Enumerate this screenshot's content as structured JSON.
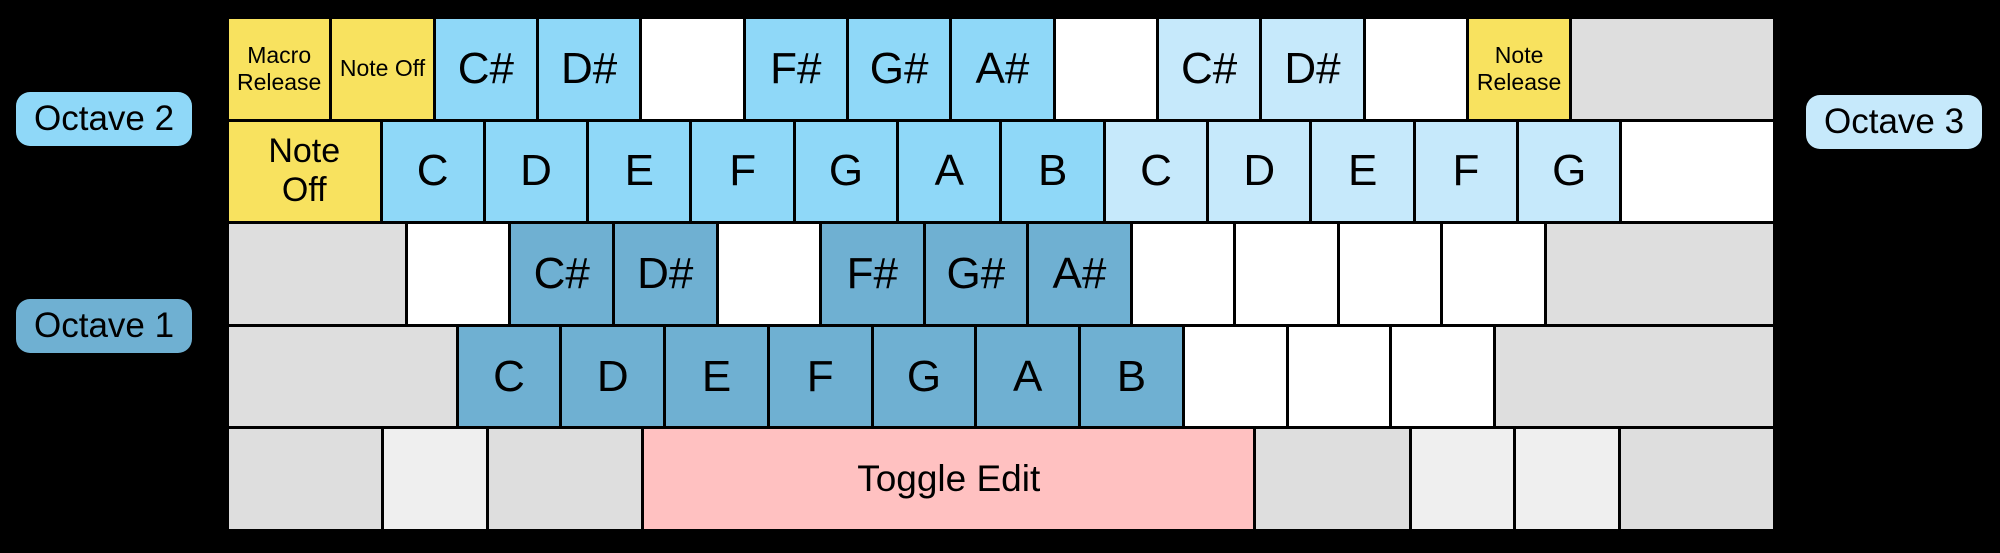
{
  "diagram": {
    "octave_labels": {
      "octave1": "Octave 1",
      "octave2": "Octave 2",
      "octave3": "Octave 3"
    },
    "colors": {
      "background": "#000000",
      "octave1_blue": "#6FB0D2",
      "octave2_blue": "#8FD8F8",
      "octave3_blue": "#C6E9FB",
      "function_yellow": "#F8E25F",
      "toggle_pink": "#FFC1C1",
      "modifier_gray": "#DEDEDE",
      "modifier_light_gray": "#EFEFEF",
      "blank_white": "#FFFFFF"
    },
    "keyboard_rows": [
      {
        "name": "number-row",
        "keys": [
          {
            "label": "Macro Release",
            "type": "function",
            "w": 1,
            "font": "fn-sm"
          },
          {
            "label": "Note Off",
            "type": "function",
            "w": 1,
            "font": "fn-sm"
          },
          {
            "label": "C#",
            "type": "octave2",
            "w": 1,
            "font": "note"
          },
          {
            "label": "D#",
            "type": "octave2",
            "w": 1,
            "font": "note"
          },
          {
            "label": "",
            "type": "blank",
            "w": 1
          },
          {
            "label": "F#",
            "type": "octave2",
            "w": 1,
            "font": "note"
          },
          {
            "label": "G#",
            "type": "octave2",
            "w": 1,
            "font": "note"
          },
          {
            "label": "A#",
            "type": "octave2",
            "w": 1,
            "font": "note"
          },
          {
            "label": "",
            "type": "blank",
            "w": 1
          },
          {
            "label": "C#",
            "type": "octave3",
            "w": 1,
            "font": "note"
          },
          {
            "label": "D#",
            "type": "octave3",
            "w": 1,
            "font": "note"
          },
          {
            "label": "",
            "type": "blank",
            "w": 1
          },
          {
            "label": "Note Release",
            "type": "function",
            "w": 1,
            "font": "fn-sm"
          },
          {
            "label": "",
            "type": "mod",
            "w": 2
          }
        ]
      },
      {
        "name": "tab-row",
        "keys": [
          {
            "label": "Note Off",
            "type": "function",
            "w": 1.5,
            "font": "fn-md"
          },
          {
            "label": "C",
            "type": "octave2",
            "w": 1,
            "font": "note"
          },
          {
            "label": "D",
            "type": "octave2",
            "w": 1,
            "font": "note"
          },
          {
            "label": "E",
            "type": "octave2",
            "w": 1,
            "font": "note"
          },
          {
            "label": "F",
            "type": "octave2",
            "w": 1,
            "font": "note"
          },
          {
            "label": "G",
            "type": "octave2",
            "w": 1,
            "font": "note"
          },
          {
            "label": "A",
            "type": "octave2",
            "w": 1,
            "font": "note"
          },
          {
            "label": "B",
            "type": "octave2",
            "w": 1,
            "font": "note"
          },
          {
            "label": "C",
            "type": "octave3",
            "w": 1,
            "font": "note"
          },
          {
            "label": "D",
            "type": "octave3",
            "w": 1,
            "font": "note"
          },
          {
            "label": "E",
            "type": "octave3",
            "w": 1,
            "font": "note"
          },
          {
            "label": "F",
            "type": "octave3",
            "w": 1,
            "font": "note"
          },
          {
            "label": "G",
            "type": "octave3",
            "w": 1,
            "font": "note"
          },
          {
            "label": "",
            "type": "blank",
            "w": 1.5
          }
        ]
      },
      {
        "name": "home-row",
        "keys": [
          {
            "label": "",
            "type": "mod",
            "w": 1.75
          },
          {
            "label": "",
            "type": "blank",
            "w": 1
          },
          {
            "label": "C#",
            "type": "octave1",
            "w": 1,
            "font": "note"
          },
          {
            "label": "D#",
            "type": "octave1",
            "w": 1,
            "font": "note"
          },
          {
            "label": "",
            "type": "blank",
            "w": 1
          },
          {
            "label": "F#",
            "type": "octave1",
            "w": 1,
            "font": "note"
          },
          {
            "label": "G#",
            "type": "octave1",
            "w": 1,
            "font": "note"
          },
          {
            "label": "A#",
            "type": "octave1",
            "w": 1,
            "font": "note"
          },
          {
            "label": "",
            "type": "blank",
            "w": 1
          },
          {
            "label": "",
            "type": "blank",
            "w": 1
          },
          {
            "label": "",
            "type": "blank",
            "w": 1
          },
          {
            "label": "",
            "type": "blank",
            "w": 1
          },
          {
            "label": "",
            "type": "mod",
            "w": 2.25
          }
        ]
      },
      {
        "name": "shift-row",
        "keys": [
          {
            "label": "",
            "type": "mod",
            "w": 2.25
          },
          {
            "label": "C",
            "type": "octave1",
            "w": 1,
            "font": "note"
          },
          {
            "label": "D",
            "type": "octave1",
            "w": 1,
            "font": "note"
          },
          {
            "label": "E",
            "type": "octave1",
            "w": 1,
            "font": "note"
          },
          {
            "label": "F",
            "type": "octave1",
            "w": 1,
            "font": "note"
          },
          {
            "label": "G",
            "type": "octave1",
            "w": 1,
            "font": "note"
          },
          {
            "label": "A",
            "type": "octave1",
            "w": 1,
            "font": "note"
          },
          {
            "label": "B",
            "type": "octave1",
            "w": 1,
            "font": "note"
          },
          {
            "label": "",
            "type": "blank",
            "w": 1
          },
          {
            "label": "",
            "type": "blank",
            "w": 1
          },
          {
            "label": "",
            "type": "blank",
            "w": 1
          },
          {
            "label": "",
            "type": "mod",
            "w": 2.75
          }
        ]
      },
      {
        "name": "bottom-row",
        "keys": [
          {
            "label": "",
            "type": "mod",
            "w": 1.5
          },
          {
            "label": "",
            "type": "mod-light",
            "w": 1
          },
          {
            "label": "",
            "type": "mod",
            "w": 1.5
          },
          {
            "label": "Toggle Edit",
            "type": "toggle",
            "w": 6,
            "font": "toggle"
          },
          {
            "label": "",
            "type": "mod",
            "w": 1.5
          },
          {
            "label": "",
            "type": "mod-light",
            "w": 1
          },
          {
            "label": "",
            "type": "mod-light",
            "w": 1
          },
          {
            "label": "",
            "type": "mod",
            "w": 1.5
          }
        ]
      }
    ]
  }
}
